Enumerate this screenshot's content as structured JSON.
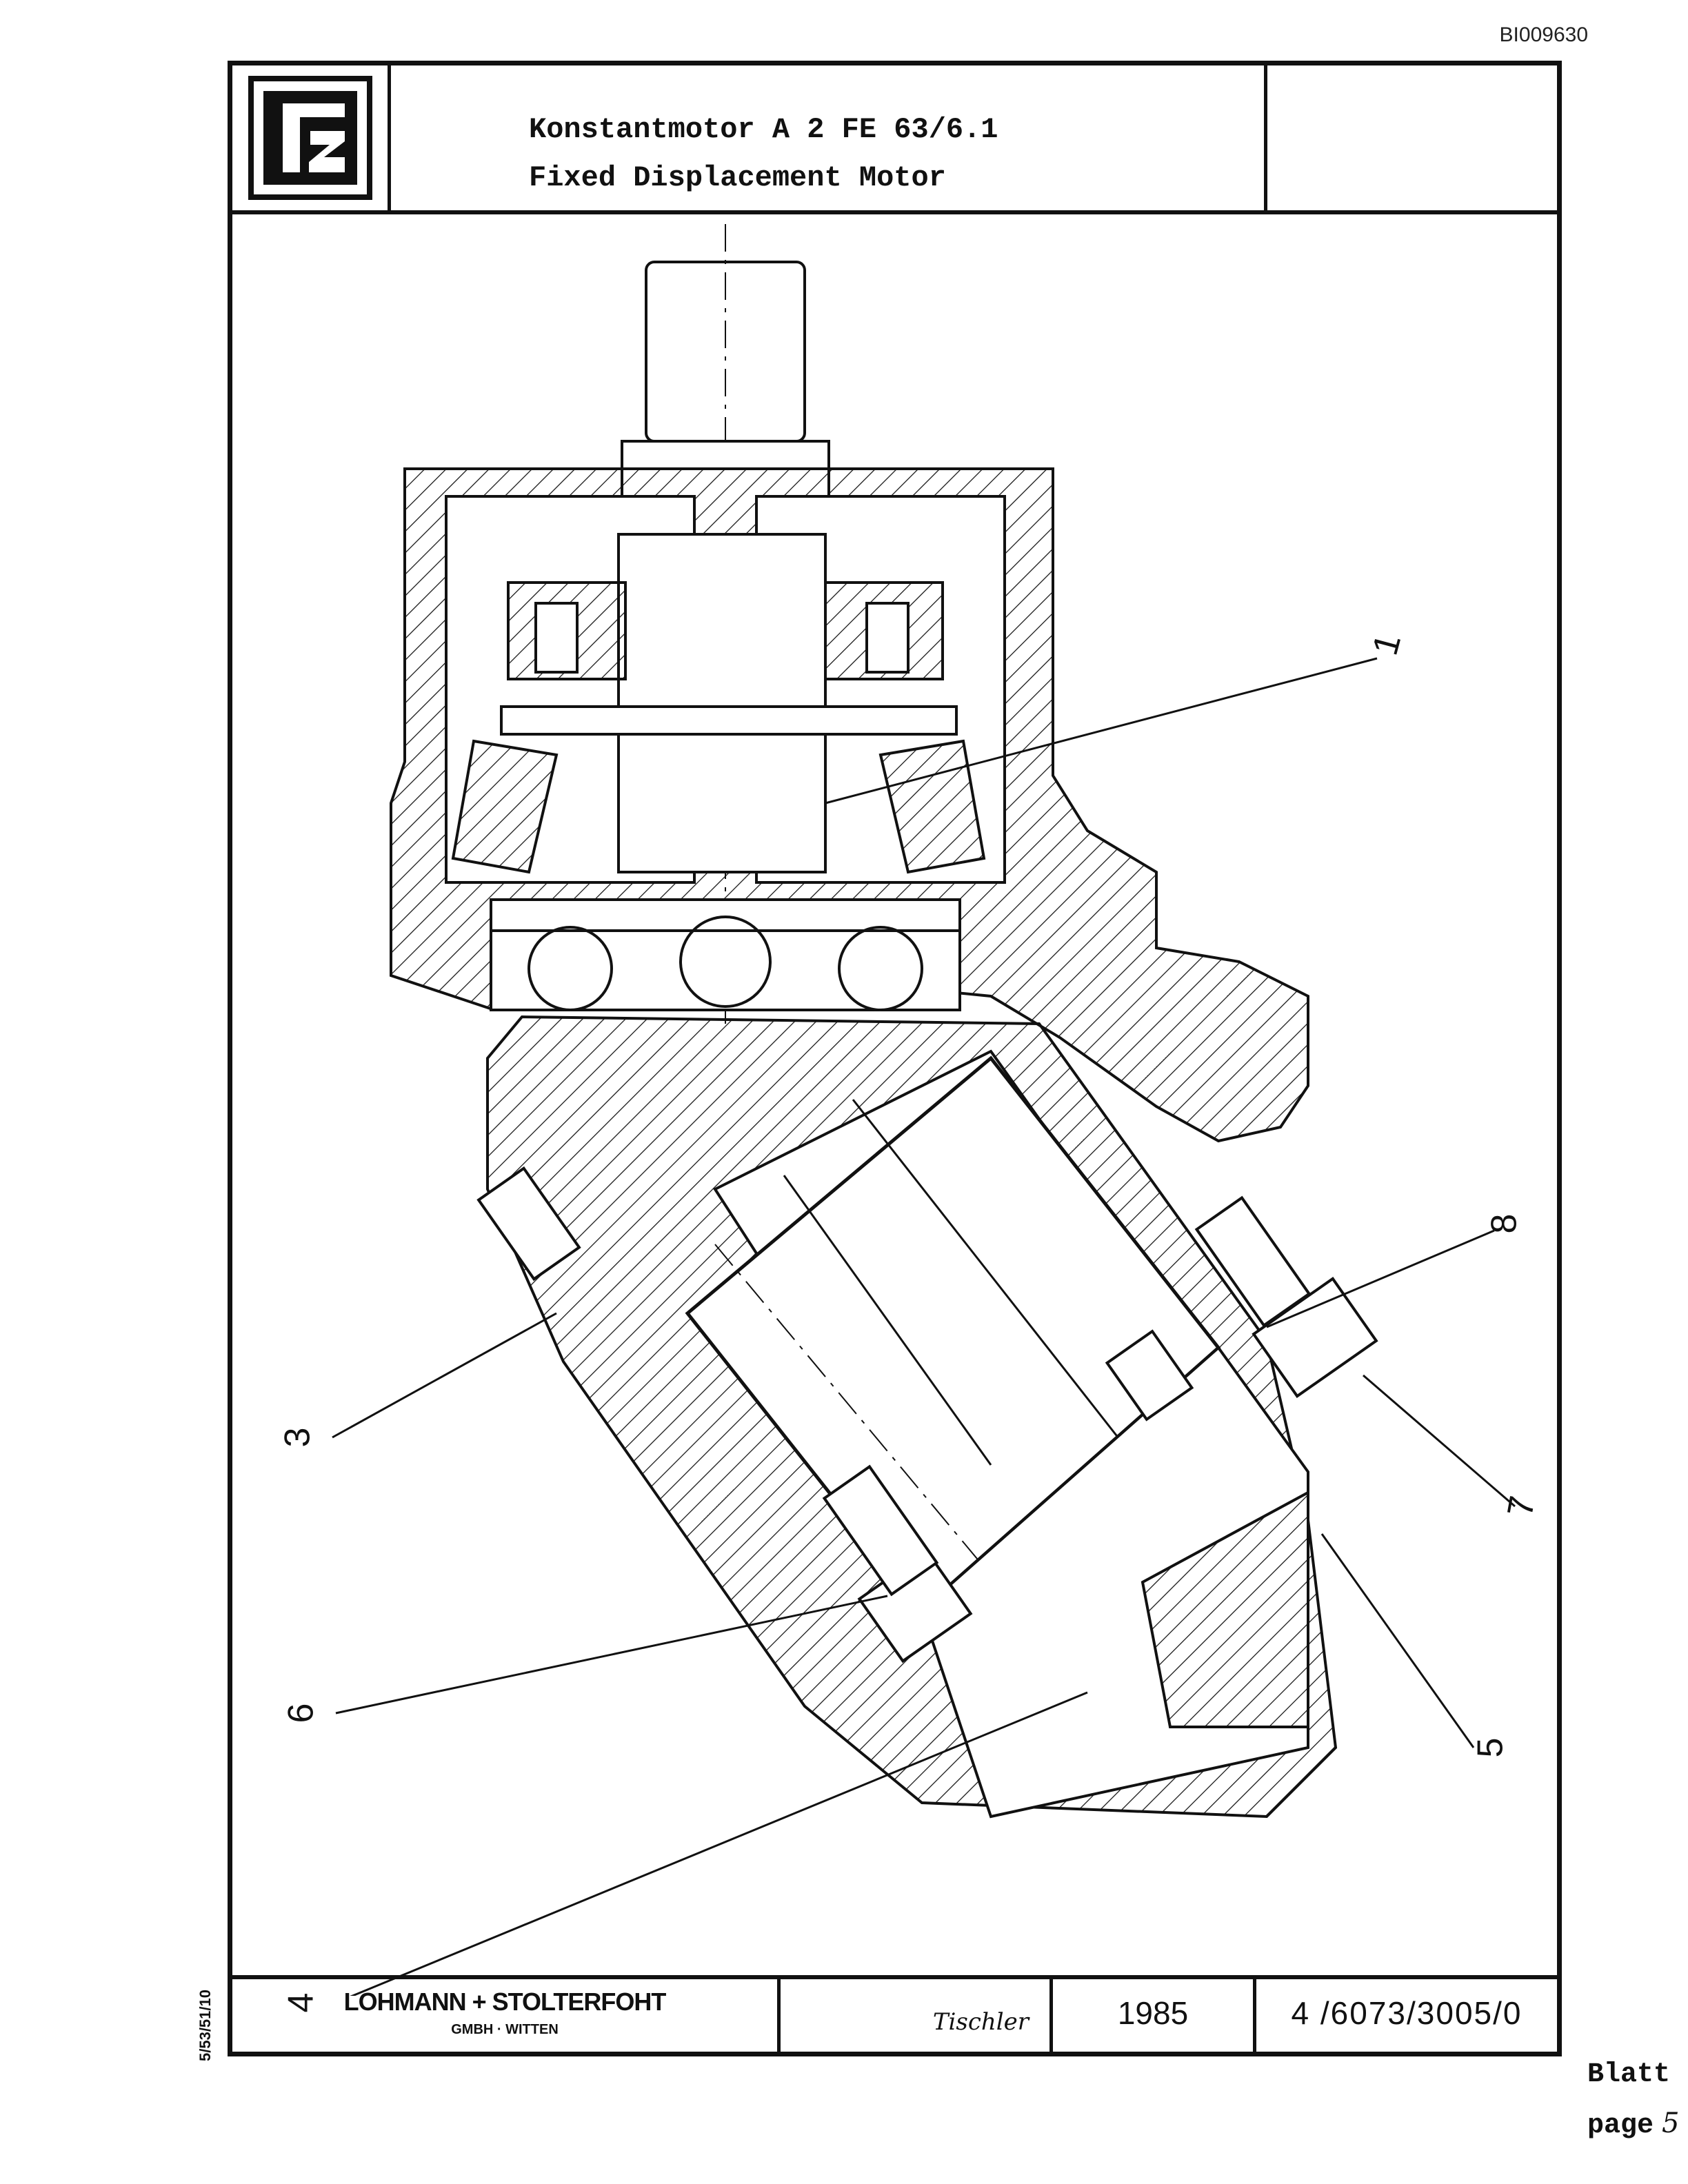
{
  "doc_id": "BI009630",
  "title": {
    "line1": "Konstantmotor A 2 FE 63/6.1",
    "line2": "Fixed Displacement Motor"
  },
  "side_code": "5/53/51/10",
  "callouts": [
    "1",
    "3",
    "8",
    "7",
    "6",
    "5",
    "4"
  ],
  "blatt": {
    "label": "Blatt",
    "page_label": "page",
    "page_number": "5"
  },
  "footer": {
    "company": "LOHMANN + STOLTERFOHT",
    "company_sub": "GMBH · WITTEN",
    "signature": "Tischler",
    "year": "1985",
    "drawing_number": "4 /6073/3005/0"
  }
}
